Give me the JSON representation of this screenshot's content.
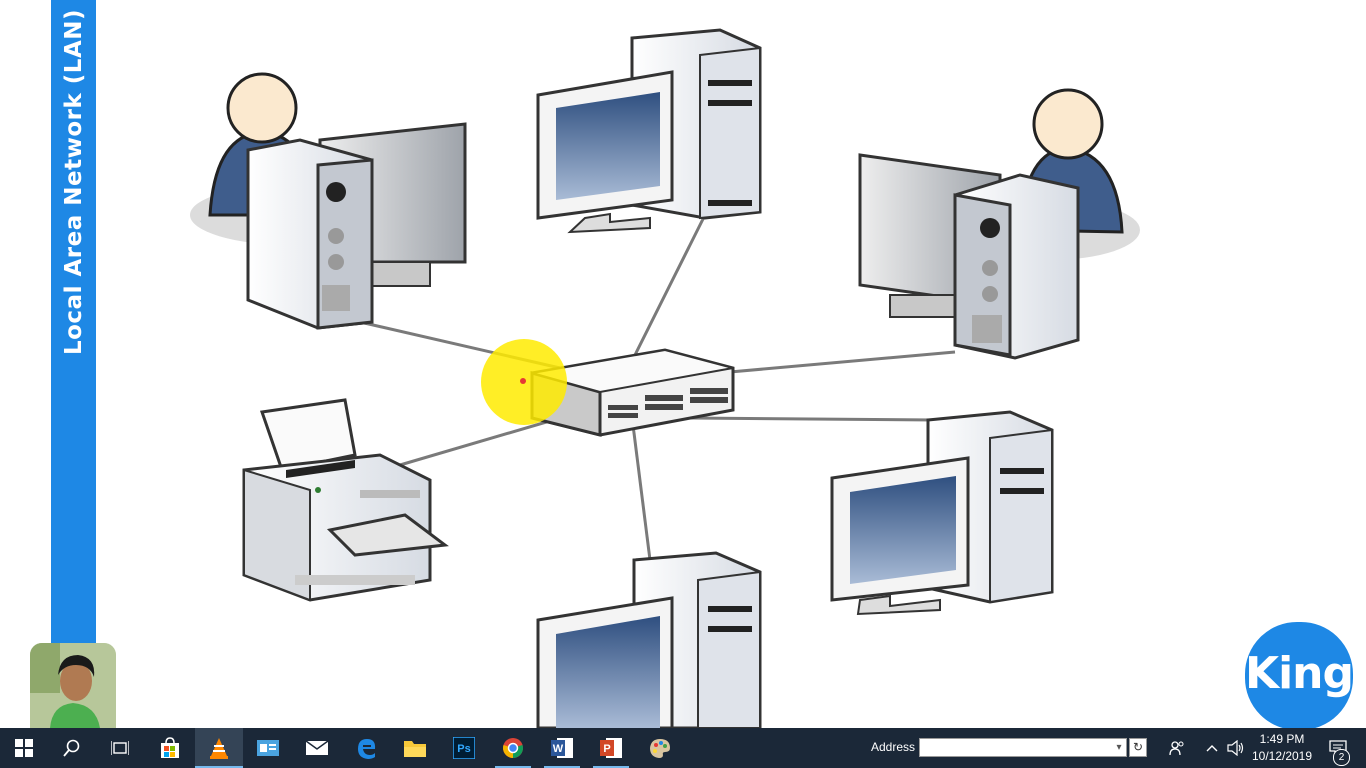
{
  "slide": {
    "side_title": "Local Area Network (LAN)",
    "brand_logo_text": "King",
    "colors": {
      "accent_blue": "#1e88e5",
      "highlight_yellow": "#ffeb00",
      "screen_blue": "#4a6b9a"
    }
  },
  "diagram": {
    "hub": "network-switch",
    "nodes": [
      "user-workstation-left",
      "desktop-computer-top",
      "user-workstation-right",
      "printer",
      "desktop-computer-right",
      "desktop-computer-bottom"
    ]
  },
  "taskbar": {
    "apps": [
      {
        "name": "start",
        "icon": "windows-logo-icon"
      },
      {
        "name": "search",
        "icon": "search-icon"
      },
      {
        "name": "task-view",
        "icon": "task-view-icon"
      },
      {
        "name": "store",
        "icon": "store-bag-icon"
      },
      {
        "name": "vlc",
        "icon": "vlc-cone-icon",
        "active": true
      },
      {
        "name": "contacts",
        "icon": "contact-card-icon"
      },
      {
        "name": "mail",
        "icon": "mail-icon"
      },
      {
        "name": "edge",
        "icon": "edge-icon"
      },
      {
        "name": "file-explorer",
        "icon": "folder-icon"
      },
      {
        "name": "photoshop",
        "icon": "photoshop-icon",
        "label": "Ps"
      },
      {
        "name": "chrome",
        "icon": "chrome-icon"
      },
      {
        "name": "word",
        "icon": "word-icon",
        "label": "W"
      },
      {
        "name": "powerpoint",
        "icon": "powerpoint-icon",
        "label": "P"
      },
      {
        "name": "paint",
        "icon": "paint-palette-icon"
      }
    ],
    "address_label": "Address",
    "address_value": "",
    "clock_time": "1:49 PM",
    "clock_date": "10/12/2019",
    "notification_count": "2"
  }
}
